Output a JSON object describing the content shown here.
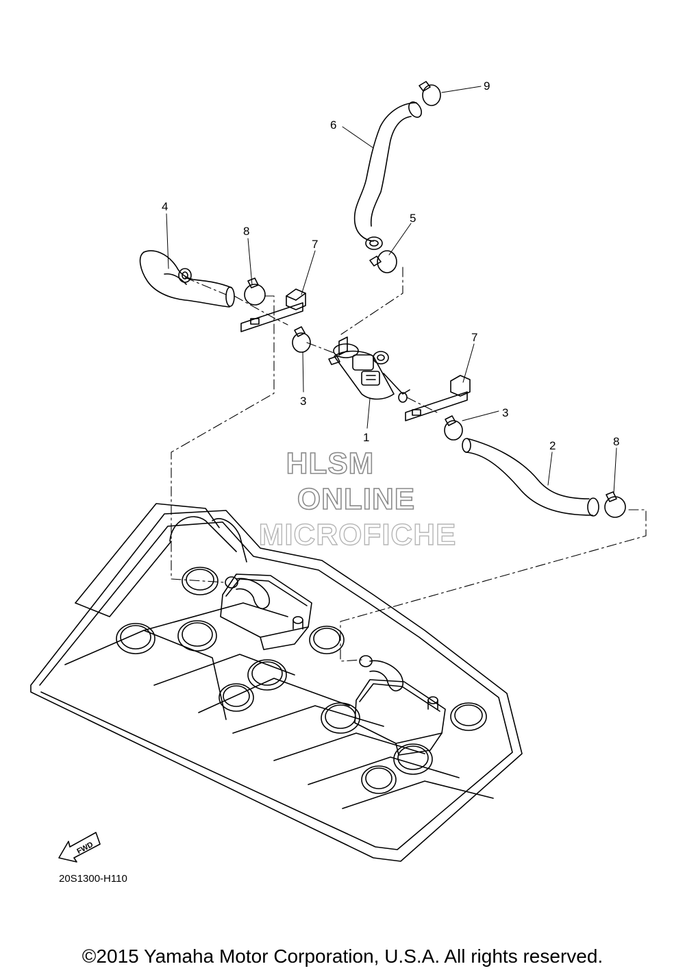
{
  "callouts": [
    {
      "id": "1",
      "text": "1"
    },
    {
      "id": "2",
      "text": "2"
    },
    {
      "id": "3a",
      "text": "3"
    },
    {
      "id": "3b",
      "text": "3"
    },
    {
      "id": "4",
      "text": "4"
    },
    {
      "id": "5",
      "text": "5"
    },
    {
      "id": "6",
      "text": "6"
    },
    {
      "id": "7a",
      "text": "7"
    },
    {
      "id": "7b",
      "text": "7"
    },
    {
      "id": "8a",
      "text": "8"
    },
    {
      "id": "8b",
      "text": "8"
    },
    {
      "id": "9",
      "text": "9"
    }
  ],
  "watermark": {
    "line1": "HLSM",
    "line2": "ONLINE",
    "line3": "MICROFICHE"
  },
  "fwd_label": "FWD",
  "diagram_code": "20S1300-H110",
  "copyright": "©2015 Yamaha Motor Corporation, U.S.A. All rights reserved."
}
